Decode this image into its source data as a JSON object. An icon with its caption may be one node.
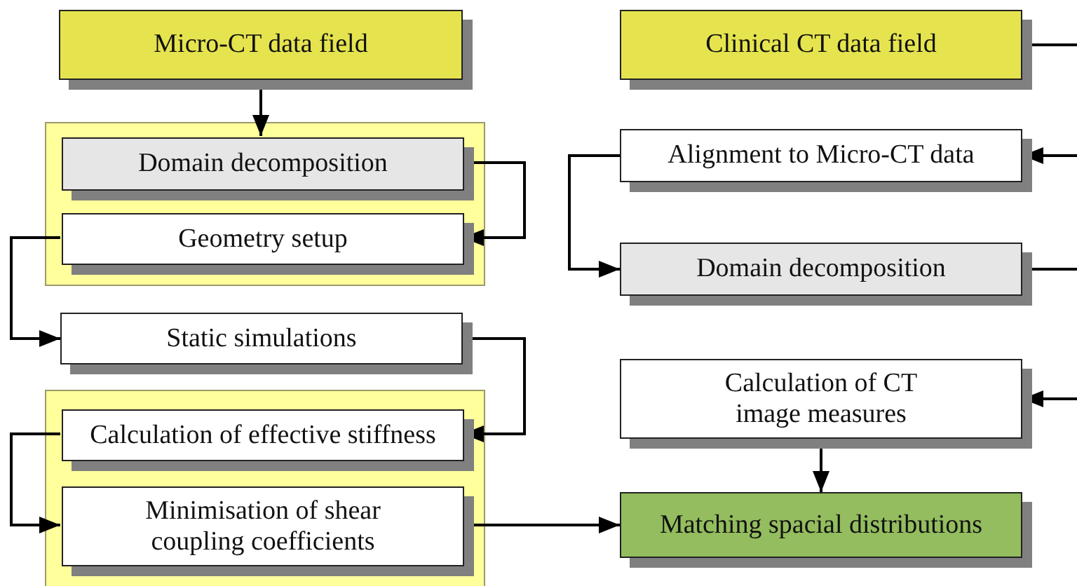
{
  "diagram": {
    "nodes": [
      {
        "text": [
          "Micro-CT data field"
        ]
      },
      {
        "text": [],
        "shape": "box"
      },
      {
        "text": [
          "Domain decomposition"
        ],
        "in": 1
      },
      {
        "text": [
          "Geometry setup"
        ],
        "in": 1
      },
      {
        "text": [
          "Static simulations"
        ]
      },
      {
        "text": [],
        "shape": "box"
      },
      {
        "text": [
          "Calculation of effective stiffness"
        ],
        "in": 5
      },
      {
        "text": [
          "Minimisation of shear coupling coefficients"
        ],
        "in": 5
      },
      {
        "text": [
          "Clinical CT data field"
        ]
      },
      {
        "text": [
          "Alignment to Micro-CT data"
        ]
      },
      {
        "text": [
          "Domain decomposition"
        ]
      },
      {
        "text": [
          "Calculation of CT image measures"
        ]
      },
      {
        "text": [
          "Matching spacial distributions"
        ]
      }
    ],
    "edges": [
      {
        "from": 0,
        "to": 2,
        "arrow": "to"
      },
      {
        "from": 2,
        "to": 3,
        "arrow": "to"
      },
      {
        "from": 3,
        "to": 4,
        "arrow": "to"
      },
      {
        "from": 4,
        "to": 6,
        "arrow": "to"
      },
      {
        "from": 6,
        "to": 7,
        "arrow": "to"
      },
      {
        "from": 7,
        "to": 12,
        "arrow": "to"
      },
      {
        "from": 8,
        "to": null,
        "arrow": "none"
      },
      {
        "from": null,
        "to": 9,
        "arrow": "to"
      },
      {
        "from": 9,
        "to": 10,
        "arrow": "to"
      },
      {
        "from": 10,
        "to": null,
        "arrow": "none"
      },
      {
        "from": null,
        "to": 11,
        "arrow": "to"
      },
      {
        "from": 11,
        "to": 12,
        "arrow": "to"
      }
    ]
  }
}
